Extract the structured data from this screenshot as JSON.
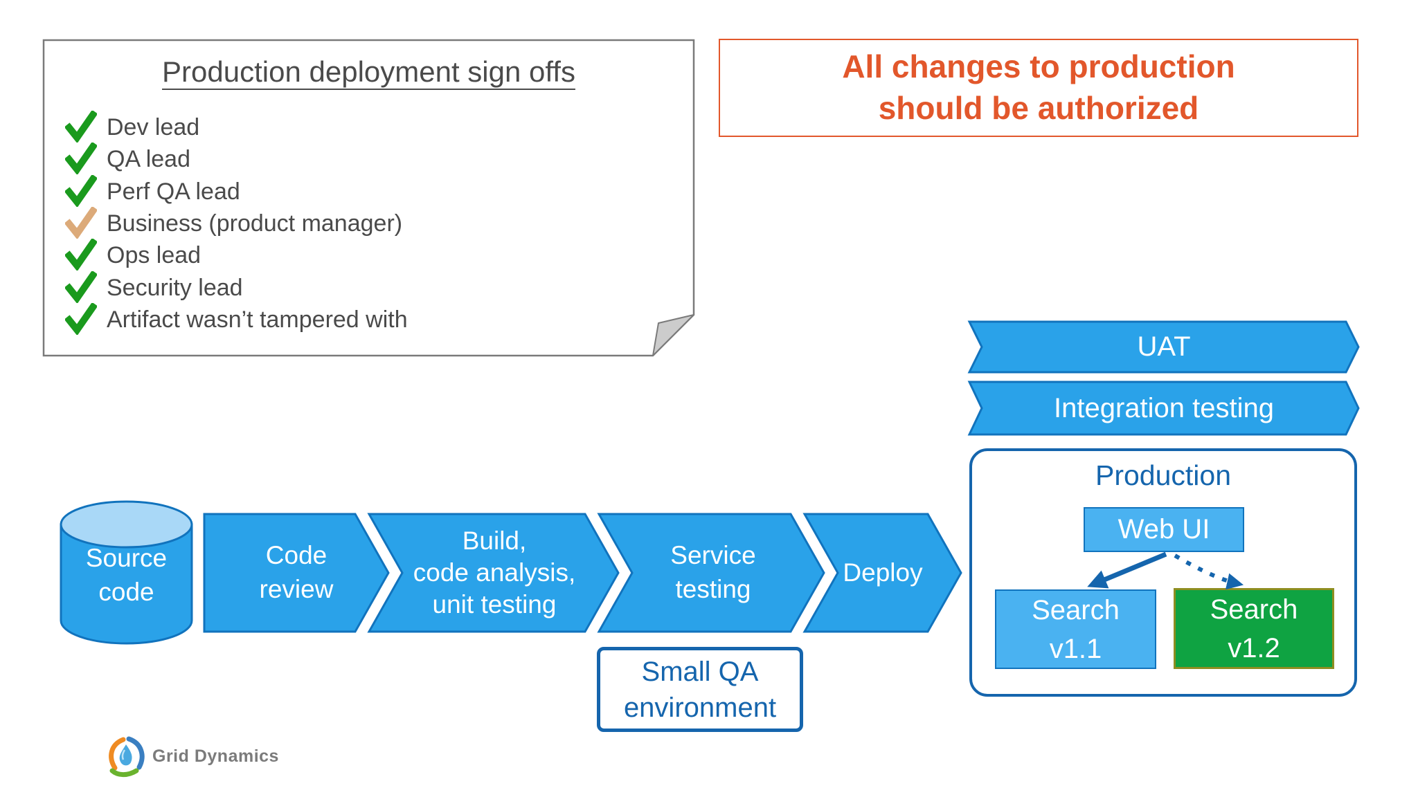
{
  "colors": {
    "blue-fill": "#2aa2e9",
    "blue-stroke": "#1173bd",
    "light-blue-fill": "#4ab2f1",
    "cylinder-top": "#a9d8f7",
    "dark-blue": "#1565ad",
    "green-fill": "#0fa342",
    "green-stroke": "#8e8e21",
    "orange": "#e2572b",
    "note-border": "#7a7a7a",
    "note-fold": "#cccccc",
    "text-dark": "#4a4a4a",
    "logo-gray": "#7b7b7b",
    "check-green": "#1a9a1d",
    "check-tan": "#dcaa79"
  },
  "note": {
    "title": "Production deployment sign offs",
    "items": [
      {
        "label": "Dev lead",
        "check_color": "#1a9a1d"
      },
      {
        "label": "QA lead",
        "check_color": "#1a9a1d"
      },
      {
        "label": "Perf QA lead",
        "check_color": "#1a9a1d"
      },
      {
        "label": "Business (product manager)",
        "check_color": "#dcaa79"
      },
      {
        "label": "Ops lead",
        "check_color": "#1a9a1d"
      },
      {
        "label": "Security lead",
        "check_color": "#1a9a1d"
      },
      {
        "label": "Artifact wasn’t tampered with",
        "check_color": "#1a9a1d"
      }
    ]
  },
  "callout": {
    "text": "All changes to production\nshould be authorized"
  },
  "stages": {
    "uat": "UAT",
    "integration": "Integration testing"
  },
  "production": {
    "title": "Production",
    "web_ui": "Web UI",
    "search_v11": "Search\nv1.1",
    "search_v12": "Search\nv1.2"
  },
  "pipeline": {
    "source": "Source\ncode",
    "code_review": "Code\nreview",
    "build": "Build,\ncode analysis,\nunit testing",
    "service_testing": "Service\ntesting",
    "deploy": "Deploy",
    "qa_env": "Small QA\nenvironment"
  },
  "footer": {
    "brand": "Grid Dynamics"
  }
}
